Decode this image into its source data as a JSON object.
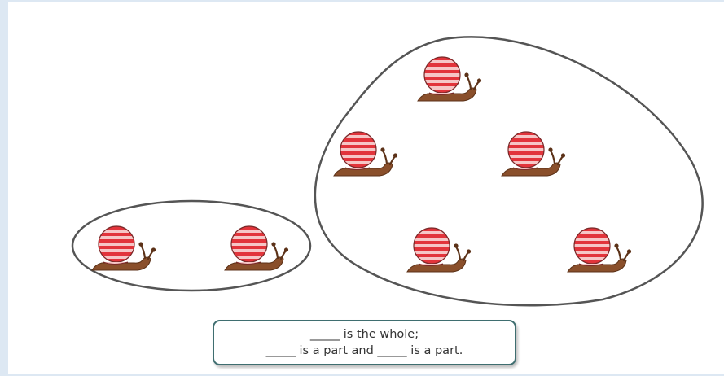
{
  "caption": {
    "line1": "_____ is the whole;",
    "line2": "_____ is a part and _____ is a part."
  },
  "groups": {
    "small_group": {
      "snail_count": 2
    },
    "large_group": {
      "snail_count": 5
    }
  },
  "colors": {
    "outline": "#555555",
    "shell_red": "#e2343b",
    "shell_pink": "#f6c6c6",
    "body_brown": "#8a4f2b",
    "caption_border": "#3f6e70"
  },
  "icons": {
    "snail": "snail-icon"
  }
}
